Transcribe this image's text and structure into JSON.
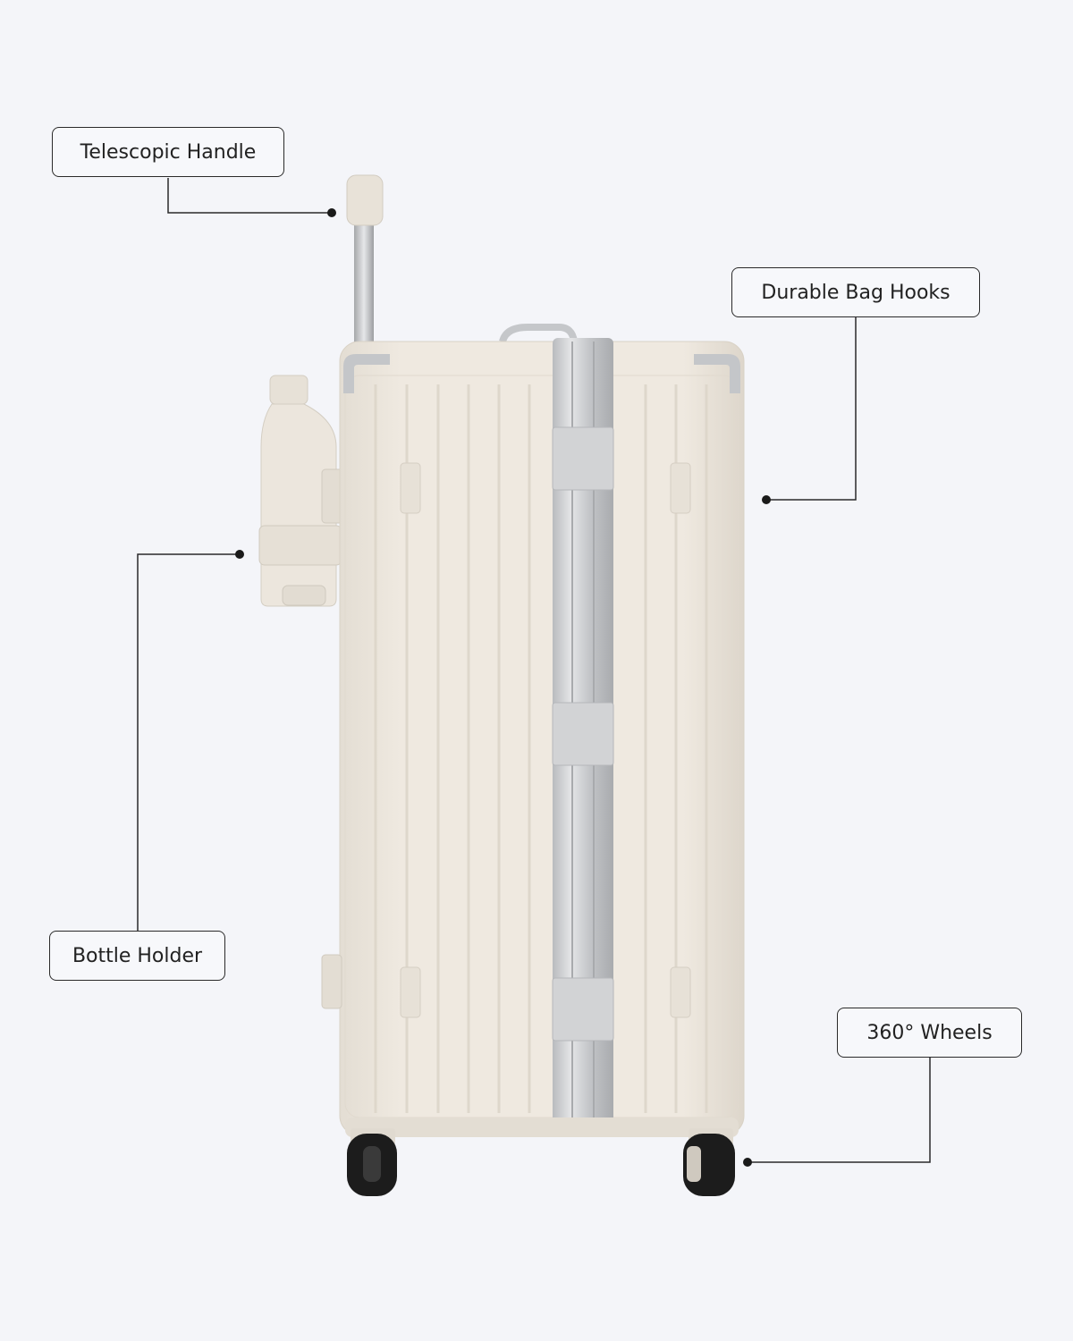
{
  "callouts": {
    "telescopic_handle": "Telescopic Handle",
    "bag_hooks": "Durable Bag Hooks",
    "bottle_holder": "Bottle Holder",
    "wheels": "360° Wheels"
  },
  "colors": {
    "background": "#f4f5f9",
    "shell": "#ebe5dc",
    "frame": "#c9cacc",
    "wheel": "#1c1c1c",
    "line": "#2a2a2a"
  }
}
